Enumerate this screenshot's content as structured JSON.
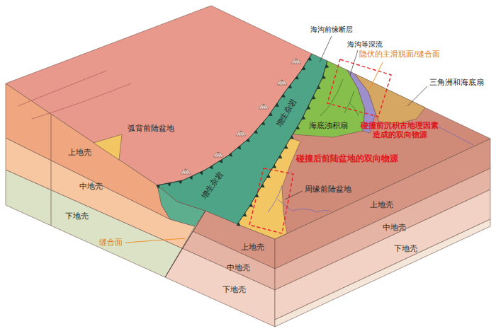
{
  "diagram": {
    "labels": [
      "海沟前缘断层",
      "海沟等深流",
      "隐伏的主滑脱面/缝合面",
      "三角洲和海底扇",
      "增生杂岩",
      "海底浊积扇",
      "碰撞前沉积古地理因素造成的双向物源",
      "弧背前陆盆地",
      "上地壳",
      "中地壳",
      "下地壳",
      "增生杂岩",
      "碰撞后前陆盆地的双向物源",
      "周缘前陆盆地",
      "上地壳",
      "中地壳",
      "下地壳",
      "缝合面",
      "上地壳",
      "中地壳",
      "下地壳"
    ]
  }
}
